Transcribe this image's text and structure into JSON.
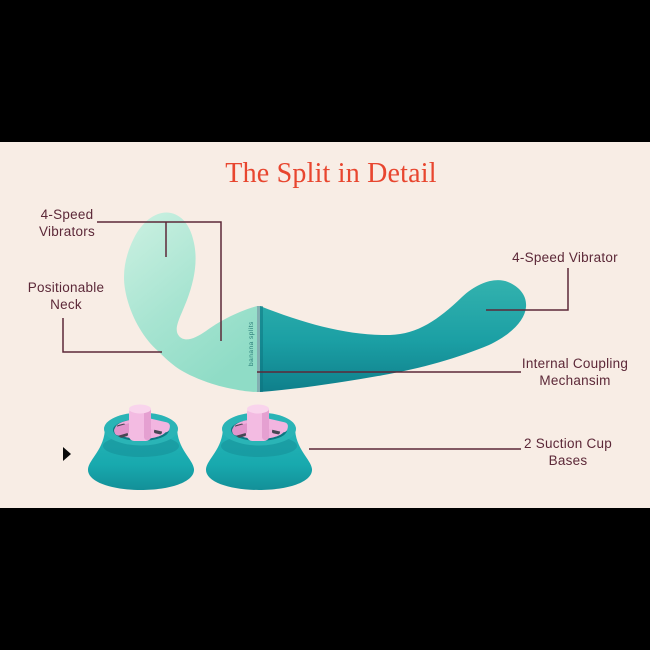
{
  "frame": {
    "background": "#f8ede5",
    "letterbox_color": "#000000"
  },
  "title": {
    "text": "The Split in Detail",
    "color": "#e8462f"
  },
  "callouts": {
    "vibrators_left": {
      "line1": "4-Speed",
      "line2": "Vibrators"
    },
    "positionable_neck": {
      "line1": "Positionable",
      "line2": "Neck"
    },
    "vibrator_right": {
      "line1": "4-Speed Vibrator"
    },
    "internal_coupling": {
      "line1": "Internal Coupling",
      "line2": "Mechansim"
    },
    "suction_bases": {
      "line1": "2 Suction Cup",
      "line2": "Bases"
    }
  },
  "product": {
    "brand_text": "banana splits",
    "colors": {
      "mint": "#a7e4d1",
      "teal": "#1b9fa4",
      "cup_teal": "#1aabaf",
      "pink": "#f0aedd",
      "callout_line": "#5c2838"
    }
  },
  "icons": {
    "play_marker": "right-pointing triangle"
  }
}
